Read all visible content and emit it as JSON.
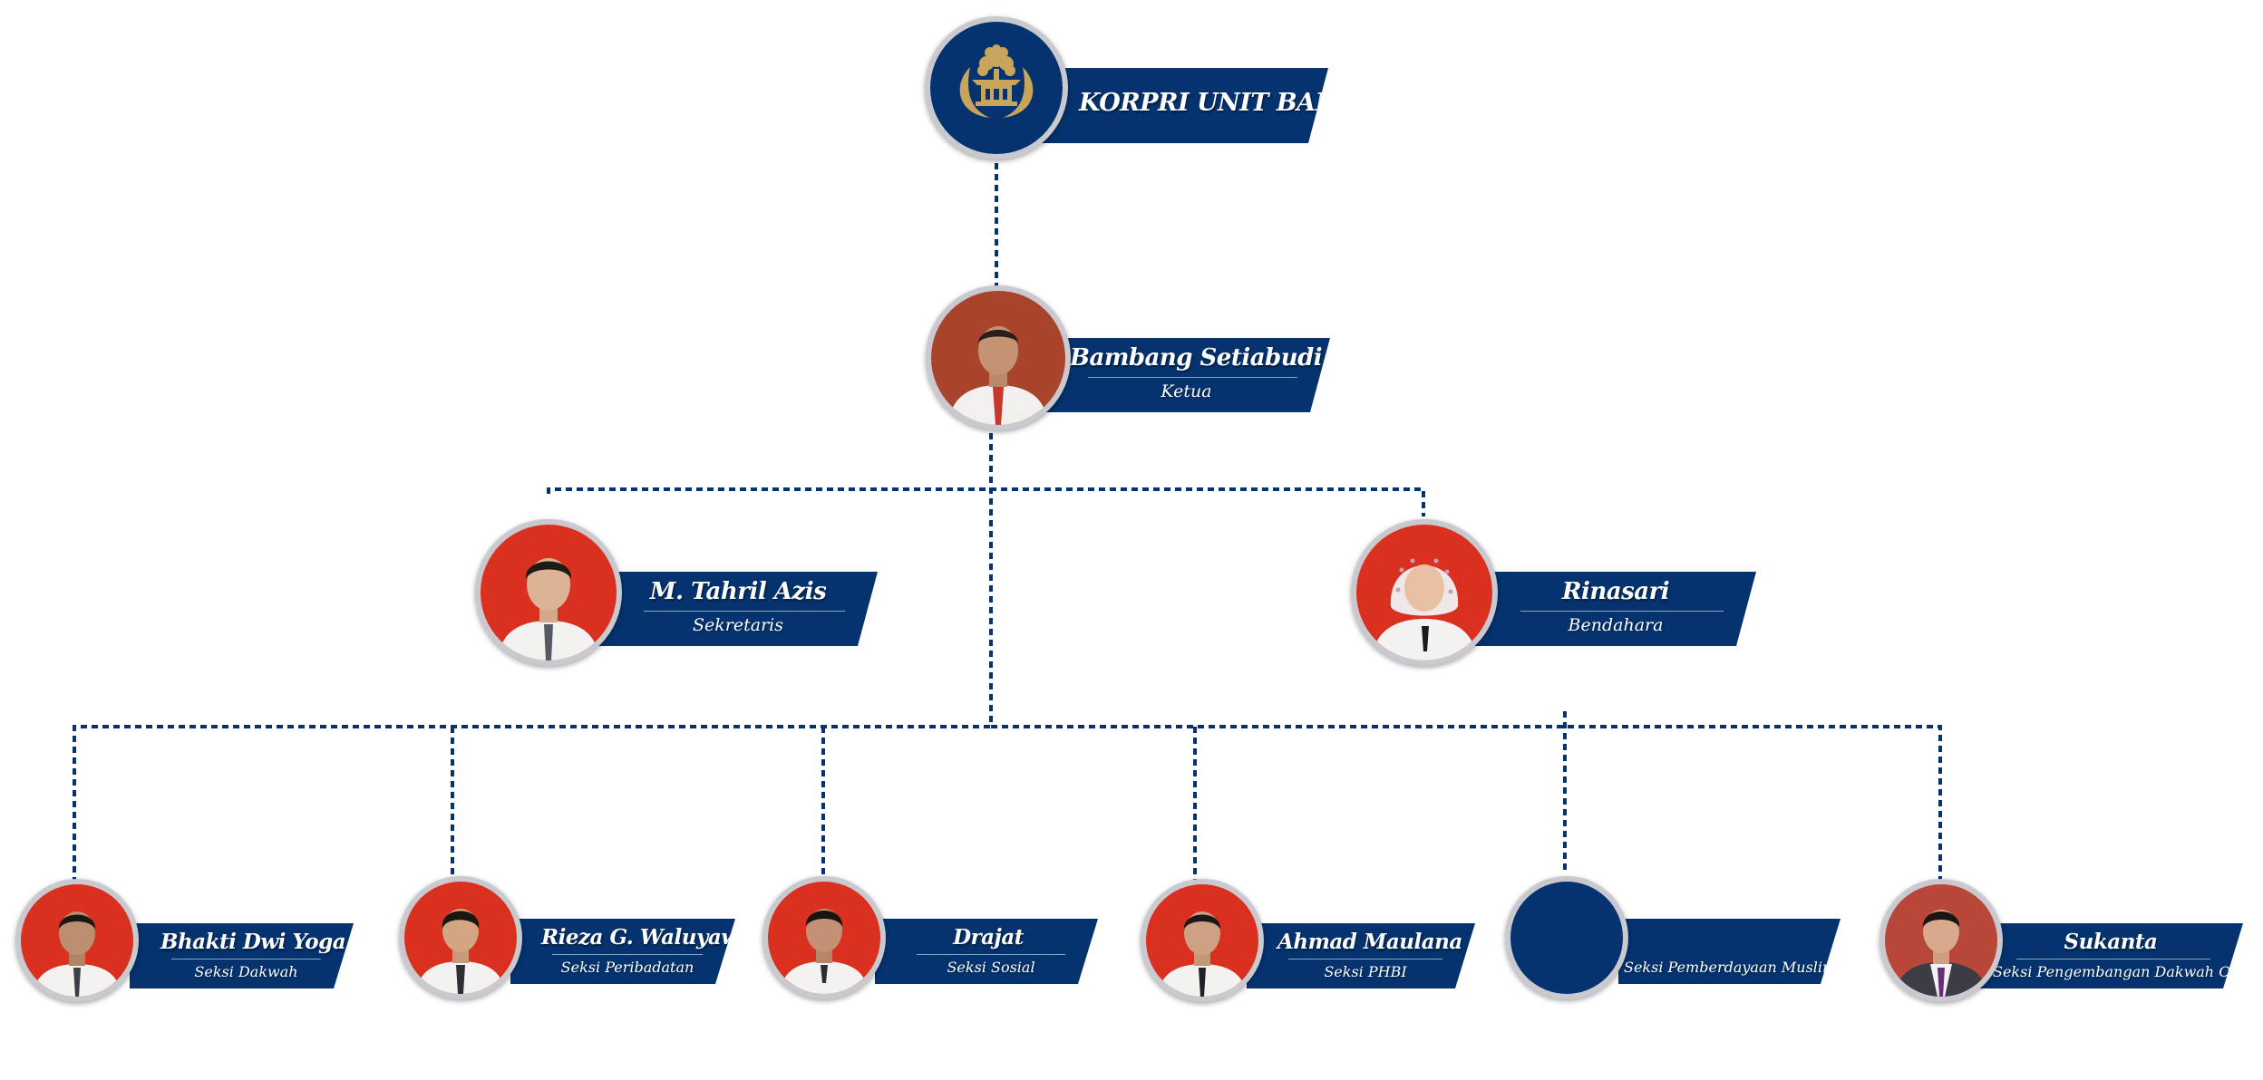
{
  "org": {
    "title": "KORPRI UNIT BAPETEN",
    "chair": {
      "name": "Bambang Setiabudi",
      "role": "Ketua"
    },
    "secretary": {
      "name": "M. Tahril Azis",
      "role": "Sekretaris"
    },
    "treasurer": {
      "name": "Rinasari",
      "role": "Bendahara"
    },
    "sections": [
      {
        "name": "Bhakti Dwi Yoga",
        "role": "Seksi Dakwah"
      },
      {
        "name": "Rieza G. Waluyawan",
        "role": "Seksi Peribadatan"
      },
      {
        "name": "Drajat",
        "role": "Seksi Sosial"
      },
      {
        "name": "Ahmad Maulana",
        "role": "Seksi PHBI"
      },
      {
        "name": "",
        "role": "Seksi Pemberdayaan Muslimah"
      },
      {
        "name": "Sukanta",
        "role": "Seksi Pengembangan Dakwah Online"
      }
    ]
  },
  "icons": {
    "logo": "korpri-logo-icon",
    "vacant": "vacant-avatar-placeholder"
  },
  "colors": {
    "banner": "#04336f",
    "connector": "#04336f",
    "ring": "#c9c9cf",
    "photo_background": "#d9301f",
    "logo_gold": "#c9a45b"
  }
}
